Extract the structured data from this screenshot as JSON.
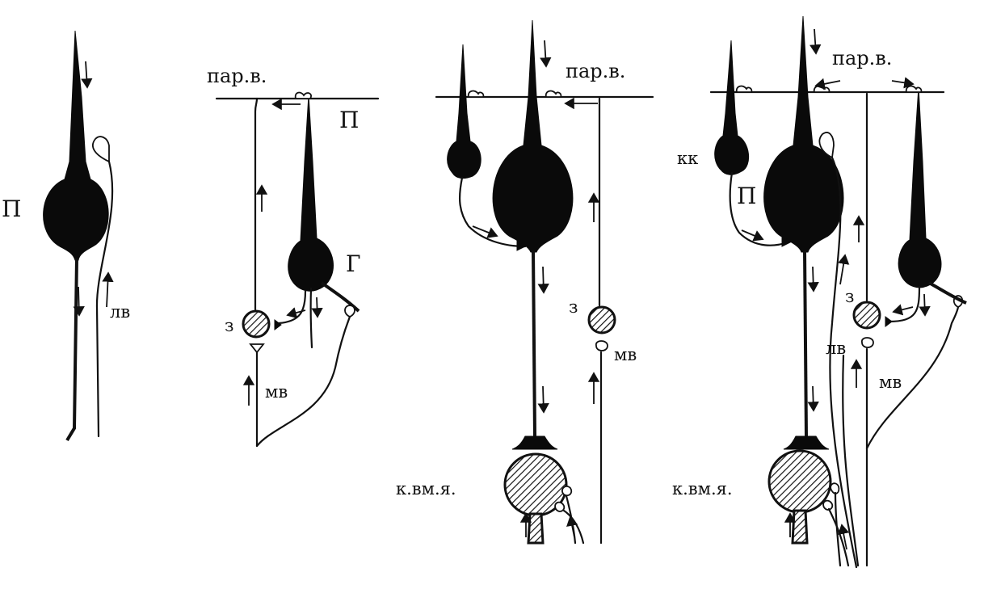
{
  "panels": [
    {
      "labels": {
        "pyramidal": "П",
        "lateral_fiber": "лв"
      }
    },
    {
      "labels": {
        "parallel_fibers": "пар.в.",
        "pyramidal": "П",
        "golgi": "Г",
        "granule": "з",
        "mossy_fiber": "мв"
      }
    },
    {
      "labels": {
        "parallel_fibers": "пар.в.",
        "granule": "з",
        "mossy_fiber": "мв",
        "nucleus": "к.вм.я."
      }
    },
    {
      "labels": {
        "parallel_fibers": "пар.в.",
        "basket_cell": "кк",
        "pyramidal": "П",
        "granule": "з",
        "lateral_fiber": "лв",
        "mossy_fiber": "мв",
        "nucleus": "к.вм.я."
      }
    }
  ],
  "colors": {
    "ink": "#0a0a0a",
    "background": "#ffffff"
  }
}
